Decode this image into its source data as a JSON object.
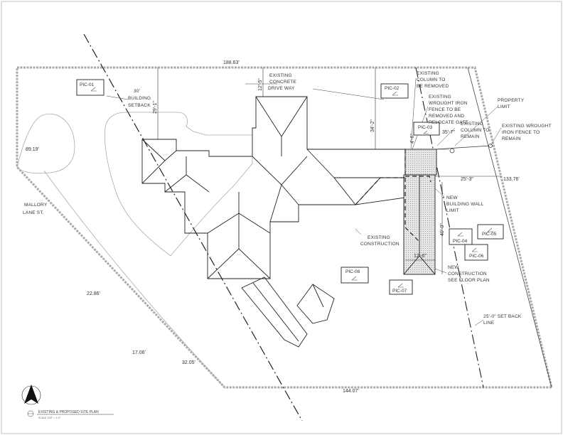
{
  "sheet": {
    "title": "EXISTING & PROPOSED SITE PLAN",
    "scale": "SCALE 1/32\" = 1'-0\"",
    "north_glyph": "north-arrow-icon"
  },
  "property": {
    "dims": {
      "top": "188.63'",
      "left": "89.19'",
      "right": "133.76'",
      "bottom": "144.07'",
      "curve_a": "22.86'",
      "curve_b": "17.06'",
      "curve_c": "32.05'"
    },
    "street": {
      "line1": "MALLORY",
      "line2": "LANE ST."
    }
  },
  "labels": {
    "building_setback": [
      "30'",
      "BUILDING",
      "SETBACK"
    ],
    "driveway": [
      "EXISTING",
      "CONCRETE",
      "DRIVE WAY"
    ],
    "column_removed": [
      "EXISTING",
      "COLUMN TO",
      "BE REMOVED"
    ],
    "fence_removed": [
      "EXISTING",
      "WROUGHT IRON",
      "FENCE TO BE",
      "REMOVED AND",
      "RELOCATE GATE"
    ],
    "column_remain": [
      "EXISTING",
      "COLUMN TO",
      "REMAIN"
    ],
    "property_limit": [
      "PROPERTY",
      "LIMIT"
    ],
    "fence_remain": [
      "EXISTING WROUGHT",
      "IRON FENCE TO",
      "REMAIN"
    ],
    "new_wall": [
      "NEW",
      "BUILDING WALL",
      "LIMIT"
    ],
    "existing_construction": [
      "EXISTING",
      "CONSTRUCTION"
    ],
    "new_construction": [
      "NEW",
      "CONSTRUCTION",
      "SEE FLOOR PLAN"
    ],
    "setback_line": [
      "25'-0\" SET BACK",
      "LINE"
    ]
  },
  "dimensions": {
    "d1": "12'-5\"",
    "d2": "29'-1\"",
    "d3": "34'-2\"",
    "d4": "35'-7\"",
    "d5": "25'-3\"",
    "d6": "40'-0\"",
    "d7": "12'-6\"",
    "d8": "4'-6\""
  },
  "pics": [
    "PIC-01",
    "PIC-02",
    "PIC-03",
    "PIC-04",
    "PIC-05",
    "PIC-06",
    "PIC-07",
    "PIC-08"
  ]
}
